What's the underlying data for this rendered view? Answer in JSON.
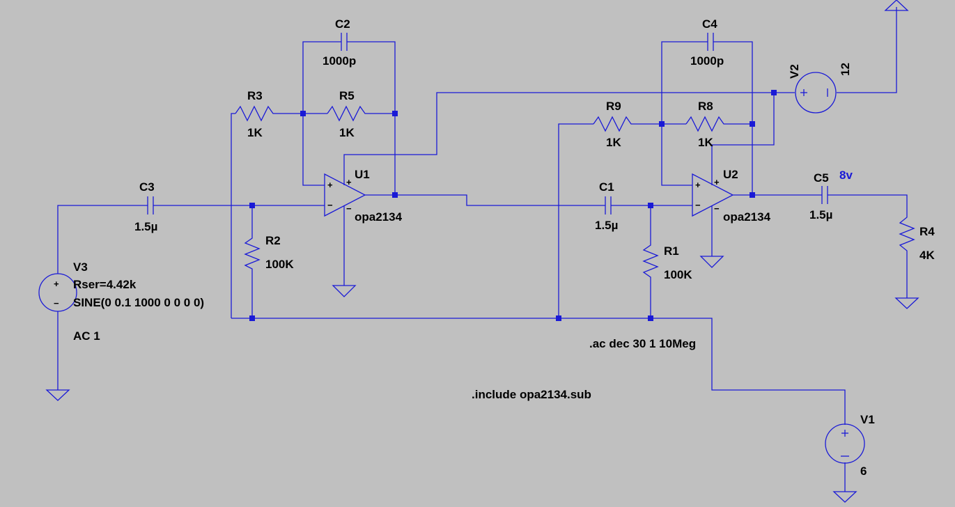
{
  "components": {
    "C2": {
      "ref": "C2",
      "value": "1000p"
    },
    "C4": {
      "ref": "C4",
      "value": "1000p"
    },
    "C3": {
      "ref": "C3",
      "value": "1.5µ"
    },
    "C1": {
      "ref": "C1",
      "value": "1.5µ"
    },
    "C5": {
      "ref": "C5",
      "value": "1.5µ"
    },
    "R3": {
      "ref": "R3",
      "value": "1K"
    },
    "R5": {
      "ref": "R5",
      "value": "1K"
    },
    "R9": {
      "ref": "R9",
      "value": "1K"
    },
    "R8": {
      "ref": "R8",
      "value": "1K"
    },
    "R2": {
      "ref": "R2",
      "value": "100K"
    },
    "R1": {
      "ref": "R1",
      "value": "100K"
    },
    "R4": {
      "ref": "R4",
      "value": "4K"
    },
    "U1": {
      "ref": "U1",
      "model": "opa2134"
    },
    "U2": {
      "ref": "U2",
      "model": "opa2134"
    },
    "V1": {
      "ref": "V1",
      "value": "6"
    },
    "V2": {
      "ref": "V2",
      "value": "12"
    },
    "V3": {
      "ref": "V3",
      "rser": "Rser=4.42k",
      "source": "SINE(0 0.1 1000 0 0 0 0)",
      "ac": "AC 1"
    }
  },
  "net_label": "8v",
  "directives": {
    "ac": ".ac dec 30 1 10Meg",
    "include": ".include opa2134.sub"
  },
  "opamp_pins": {
    "plus": "+",
    "minus": "−"
  },
  "colors": {
    "background": "#c0c0c0",
    "wire": "#1a1ad6",
    "text": "#000000",
    "net_label": "#1a1ad6"
  }
}
